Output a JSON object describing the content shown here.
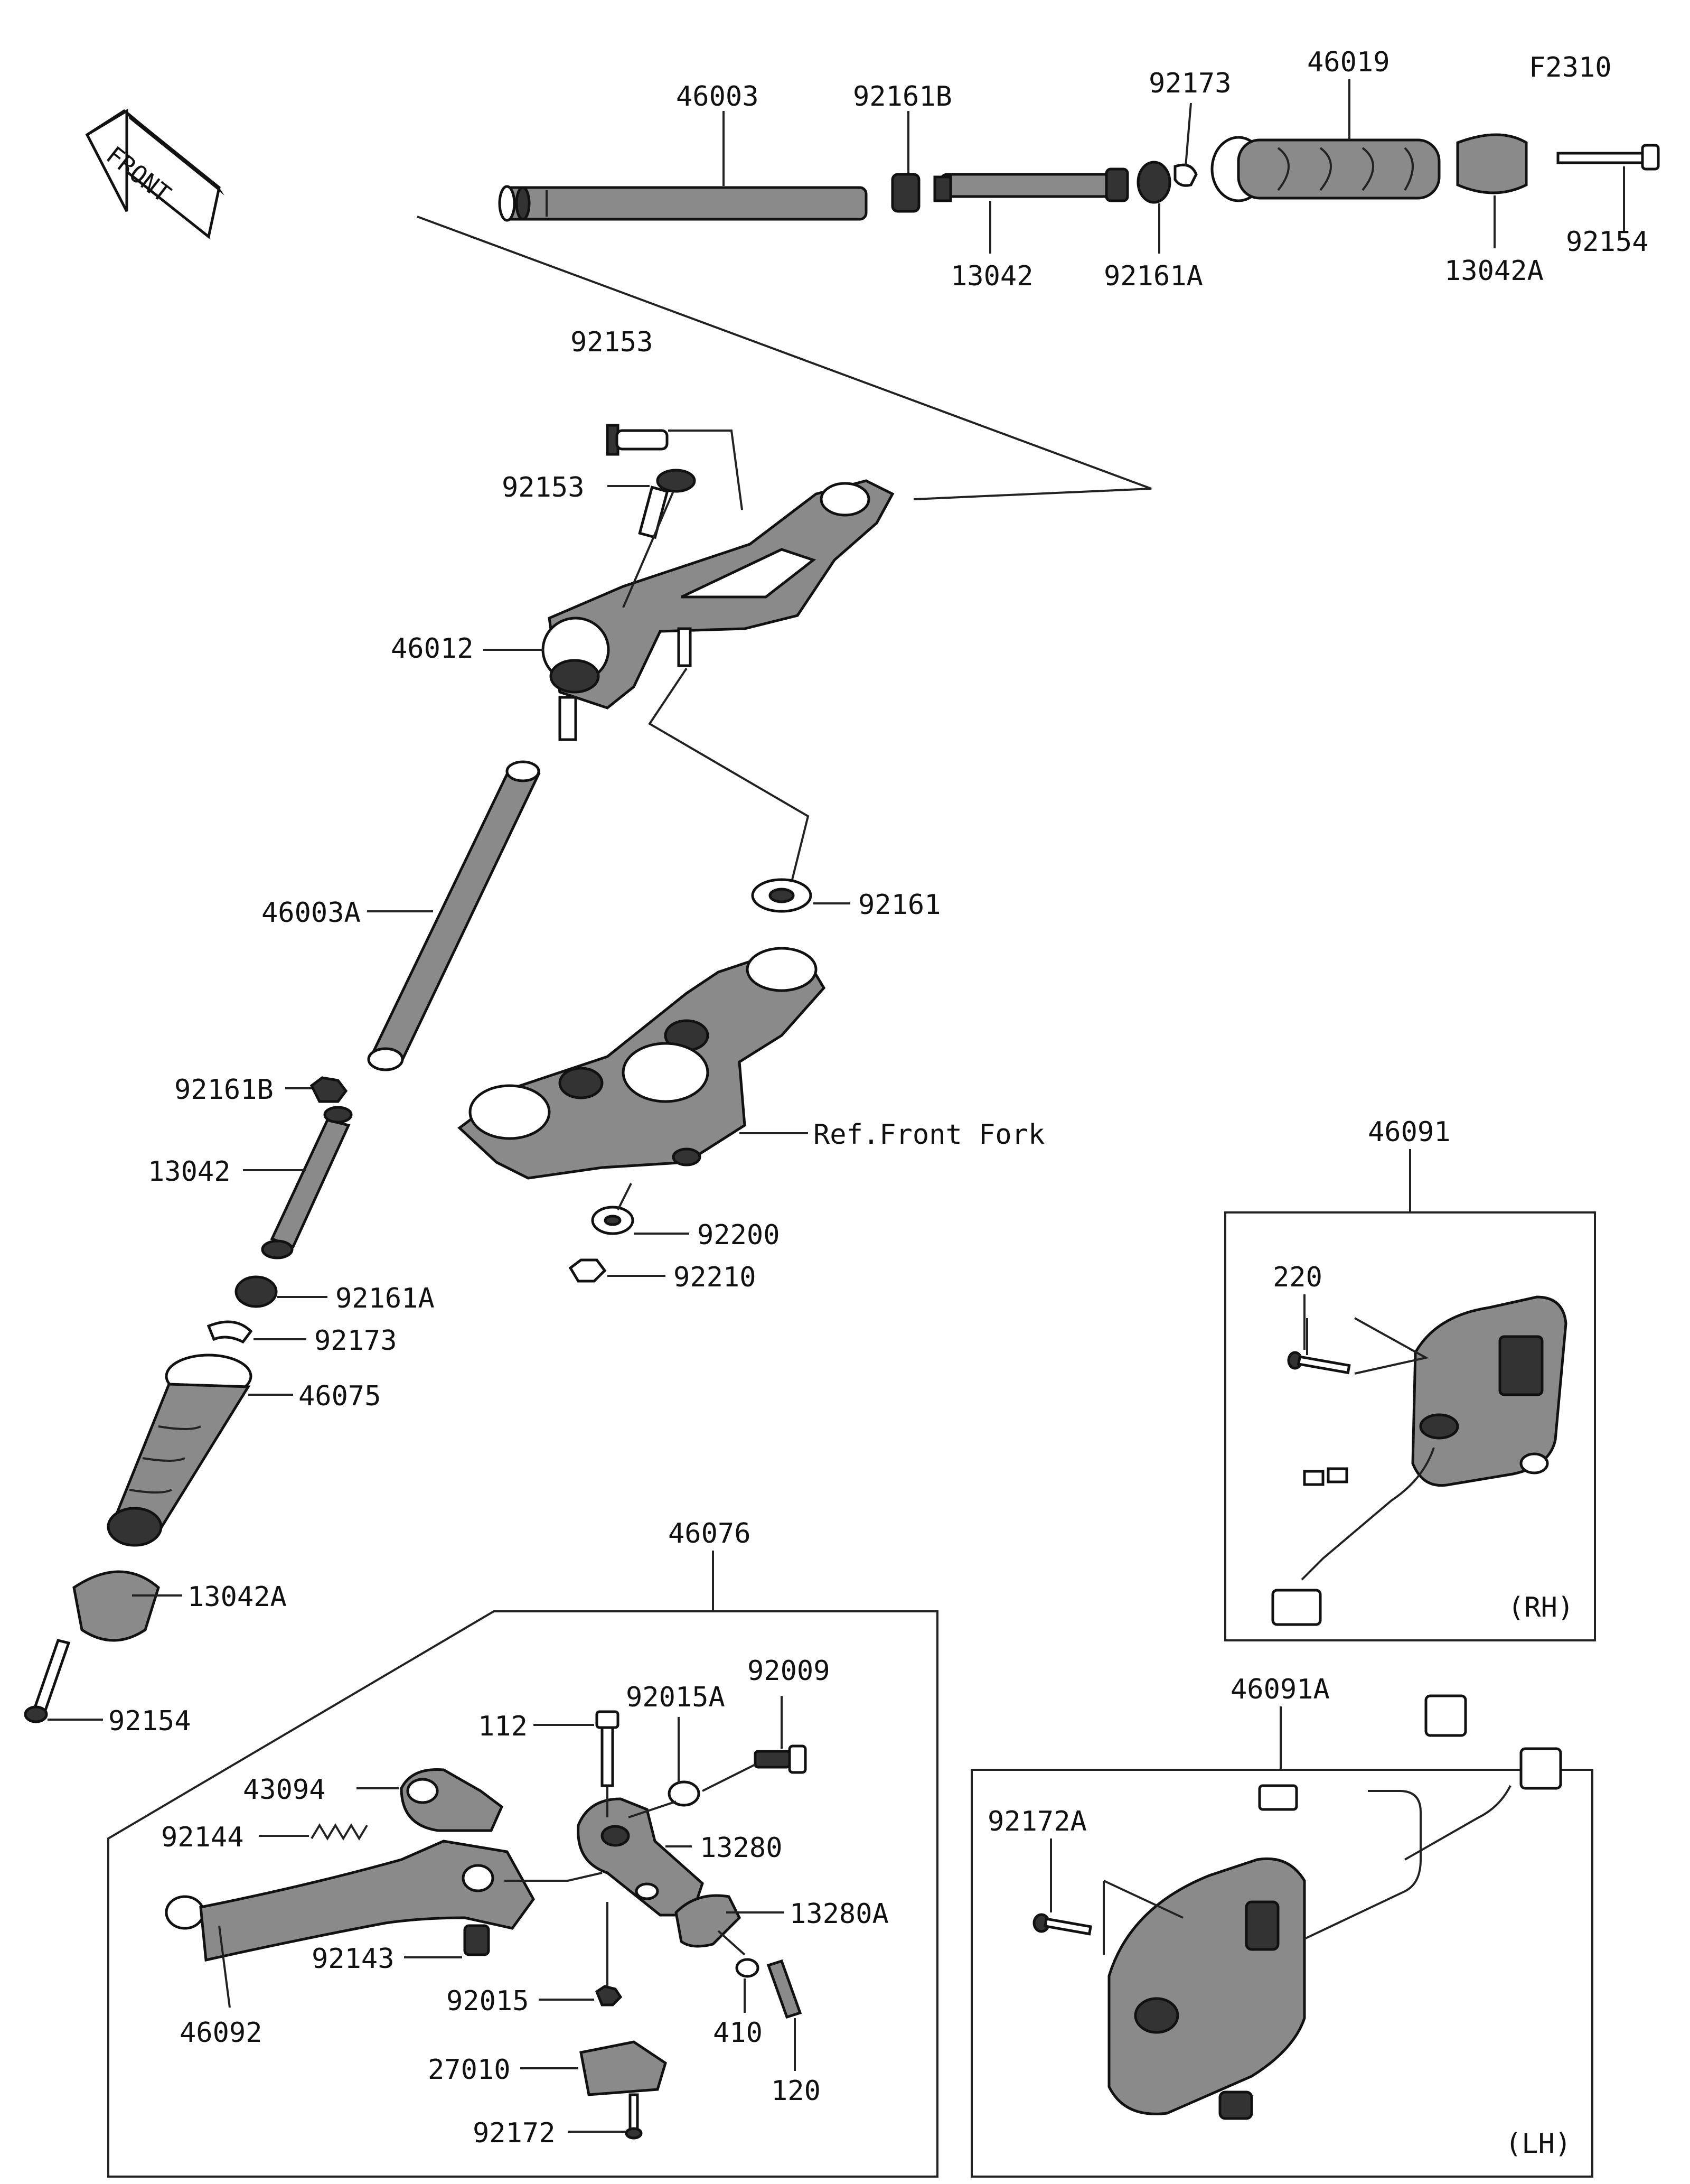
{
  "figure_code": "F2310",
  "front_label": "FRONT",
  "ref_label": "Ref.Front Fork",
  "rh_label": "(RH)",
  "lh_label": "(LH)",
  "parts": {
    "p46003": "46003",
    "p92161B_top": "92161B",
    "p92173_top": "92173",
    "p46019": "46019",
    "p13042_top": "13042",
    "p92161A_top": "92161A",
    "p13042A_top": "13042A",
    "p92154_top": "92154",
    "p92153_a": "92153",
    "p92153_b": "92153",
    "p46012": "46012",
    "p46003A": "46003A",
    "p92161": "92161",
    "p92161B": "92161B",
    "p13042": "13042",
    "p92200": "92200",
    "p92210": "92210",
    "p92161A": "92161A",
    "p92173": "92173",
    "p46075": "46075",
    "p13042A": "13042A",
    "p92154": "92154",
    "p46091": "46091",
    "p220": "220",
    "p46076": "46076",
    "p92009": "92009",
    "p92015A": "92015A",
    "p112": "112",
    "p43094": "43094",
    "p13280": "13280",
    "p92144": "92144",
    "p13280A": "13280A",
    "p92143": "92143",
    "p46092": "46092",
    "p92015": "92015",
    "p410": "410",
    "p27010": "27010",
    "p120": "120",
    "p92172": "92172",
    "p46091A": "46091A",
    "p92172A": "92172A"
  }
}
